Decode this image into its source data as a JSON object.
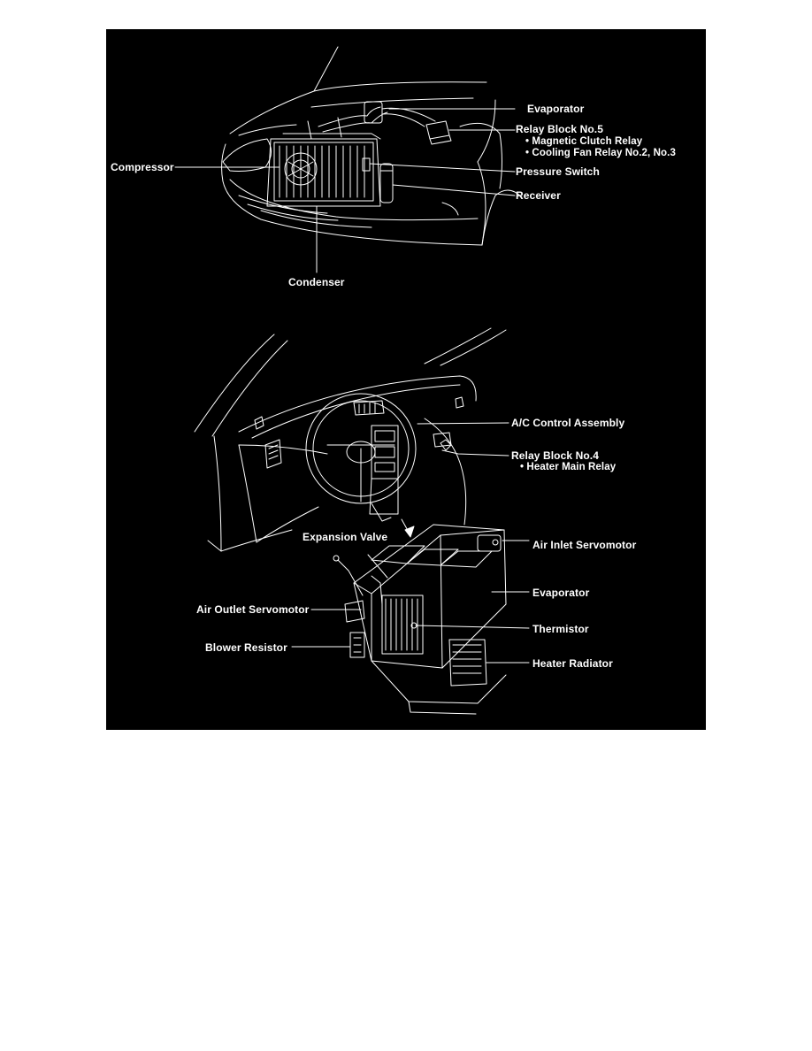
{
  "colors": {
    "panel": "#000000",
    "ink": "#ffffff",
    "page": "#ffffff"
  },
  "engine_bay": {
    "labels": {
      "evaporator": "Evaporator",
      "relay_block_5": "Relay Block No.5",
      "magnetic_clutch_relay": "• Magnetic Clutch Relay",
      "cooling_fan_relay": "• Cooling Fan Relay No.2, No.3",
      "compressor": "Compressor",
      "pressure_switch": "Pressure Switch",
      "receiver": "Receiver",
      "condenser": "Condenser"
    }
  },
  "cabin": {
    "labels": {
      "ac_control_assembly": "A/C Control Assembly",
      "relay_block_4": "Relay Block No.4",
      "heater_main_relay": "• Heater Main Relay",
      "expansion_valve": "Expansion Valve",
      "air_inlet_servomotor": "Air Inlet Servomotor",
      "evaporator": "Evaporator",
      "air_outlet_servomotor": "Air Outlet Servomotor",
      "thermistor": "Thermistor",
      "blower_resistor": "Blower Resistor",
      "heater_radiator": "Heater Radiator"
    }
  }
}
